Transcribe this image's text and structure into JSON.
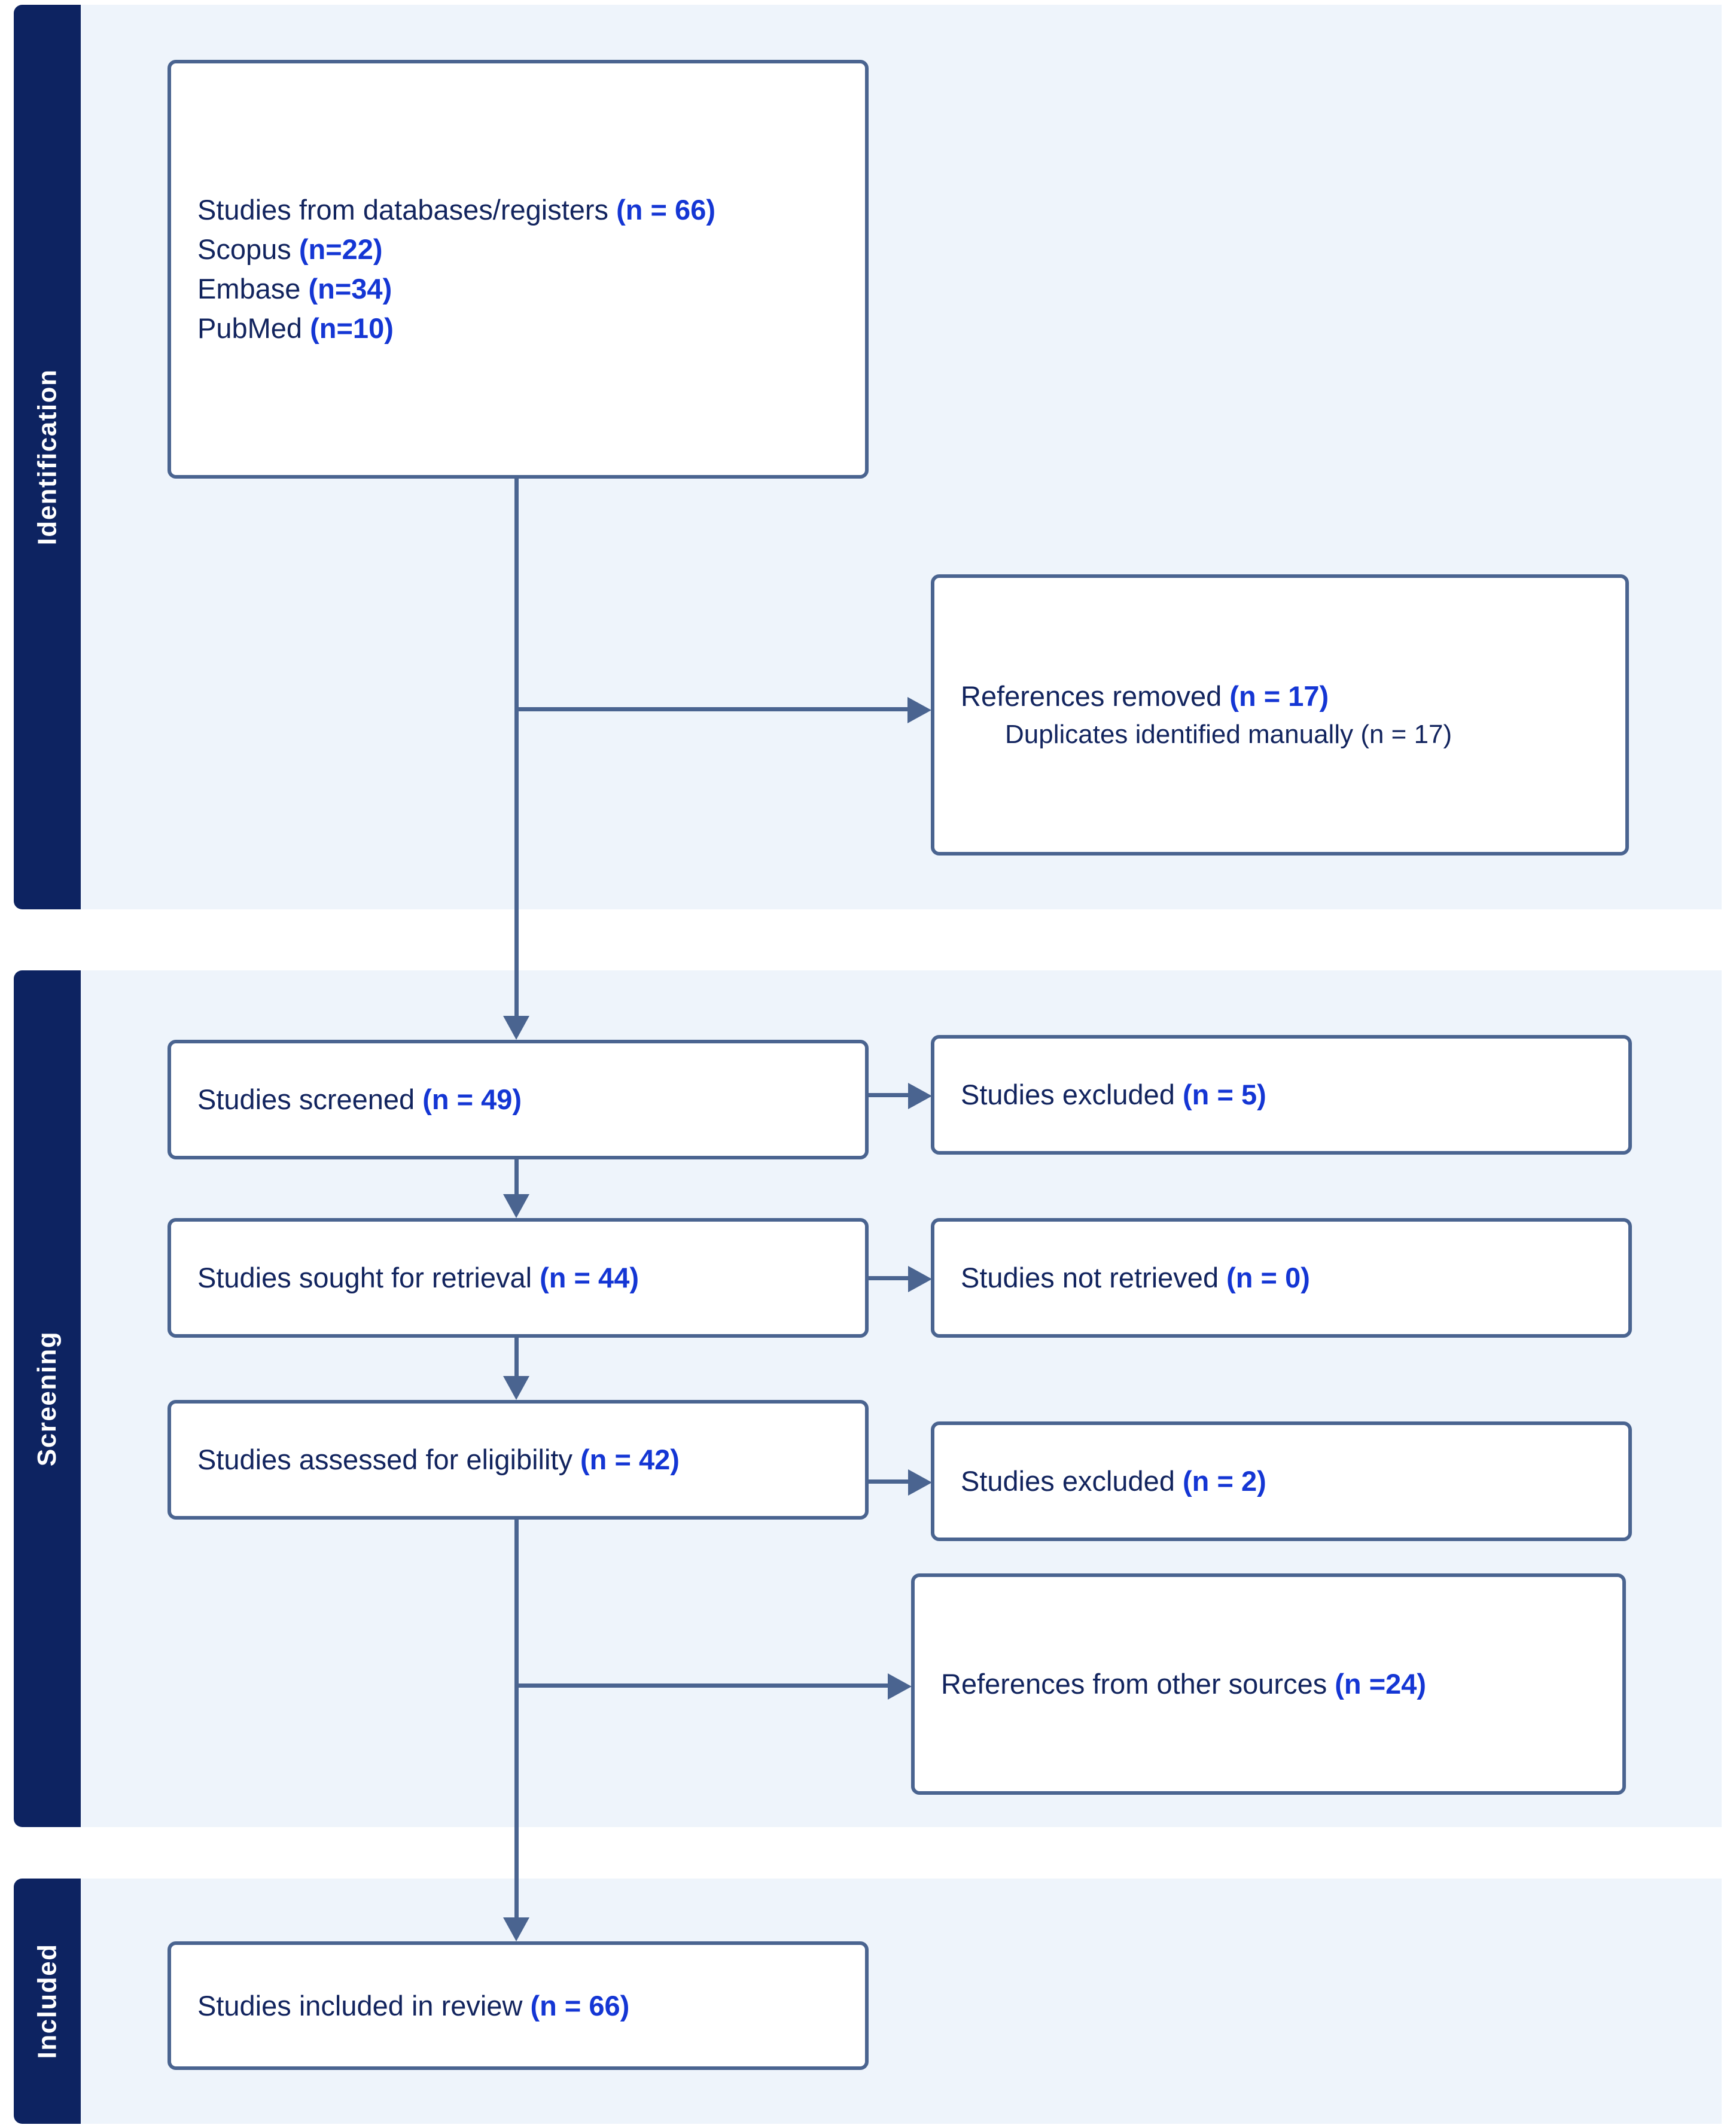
{
  "diagram": {
    "type": "prisma-flow-diagram",
    "colors": {
      "stage_bar": "#0d2361",
      "stage_band": "#eef4fb",
      "box_border": "#4a6490",
      "box_fill": "#ffffff",
      "text_primary": "#12245e",
      "text_accent": "#1436d4",
      "connector": "#4a6490"
    }
  },
  "stages": [
    {
      "id": "identification",
      "label": "Identification"
    },
    {
      "id": "screening",
      "label": "Screening"
    },
    {
      "id": "included",
      "label": "Included"
    }
  ],
  "boxes": {
    "databases": {
      "lines": [
        {
          "text": "Studies from databases/registers ",
          "n": "(n = 66)"
        },
        {
          "text": "Scopus ",
          "n": "(n=22)"
        },
        {
          "text": "Embase ",
          "n": "(n=34)"
        },
        {
          "text": "PubMed ",
          "n": "(n=10)"
        }
      ]
    },
    "references_removed": {
      "lines": [
        {
          "text": "References removed ",
          "n": "(n = 17)"
        },
        {
          "text": "Duplicates identified manually (n = 17)",
          "n": ""
        }
      ]
    },
    "screened": {
      "lines": [
        {
          "text": "Studies screened ",
          "n": "(n = 49)"
        }
      ]
    },
    "excluded_screened": {
      "lines": [
        {
          "text": "Studies excluded ",
          "n": "(n = 5)"
        }
      ]
    },
    "sought_retrieval": {
      "lines": [
        {
          "text": "Studies sought for retrieval ",
          "n": "(n = 44)"
        }
      ]
    },
    "not_retrieved": {
      "lines": [
        {
          "text": "Studies not retrieved ",
          "n": "(n = 0)"
        }
      ]
    },
    "assessed_eligibility": {
      "lines": [
        {
          "text": "Studies assessed for eligibility ",
          "n": "(n = 42)"
        }
      ]
    },
    "excluded_eligibility": {
      "lines": [
        {
          "text": "Studies excluded ",
          "n": "(n = 2)"
        }
      ]
    },
    "other_sources": {
      "lines": [
        {
          "text": "References from other sources ",
          "n": "(n =24)"
        }
      ]
    },
    "included_review": {
      "lines": [
        {
          "text": "Studies included in review ",
          "n": "(n = 66)"
        }
      ]
    }
  },
  "counts": {
    "databases_total": 66,
    "scopus": 22,
    "embase": 34,
    "pubmed": 10,
    "references_removed": 17,
    "duplicates_manual": 17,
    "screened": 49,
    "excluded_at_screening": 5,
    "sought_for_retrieval": 44,
    "not_retrieved": 0,
    "assessed_for_eligibility": 42,
    "excluded_at_eligibility": 2,
    "other_sources": 24,
    "included_in_review": 66
  }
}
